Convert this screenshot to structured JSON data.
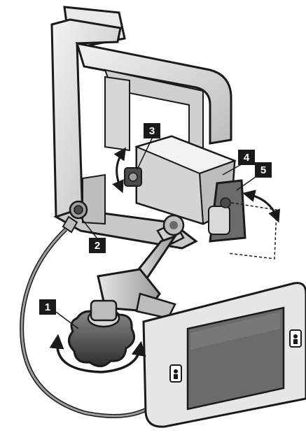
{
  "figure": {
    "callouts": [
      {
        "number": "1"
      },
      {
        "number": "2"
      },
      {
        "number": "3"
      },
      {
        "number": "4"
      },
      {
        "number": "5"
      }
    ],
    "colors": {
      "outline": "#1a1a1a",
      "part_light": "#d9d9d9",
      "part_mid": "#9e9e9e",
      "part_dark": "#4a4a4a",
      "screen": "#6b6b6b",
      "callout_bg": "#1a1a1a",
      "callout_text": "#ffffff"
    },
    "icons": [
      "rotation-arrow-icon",
      "connector-icon",
      "cable-icon"
    ]
  }
}
